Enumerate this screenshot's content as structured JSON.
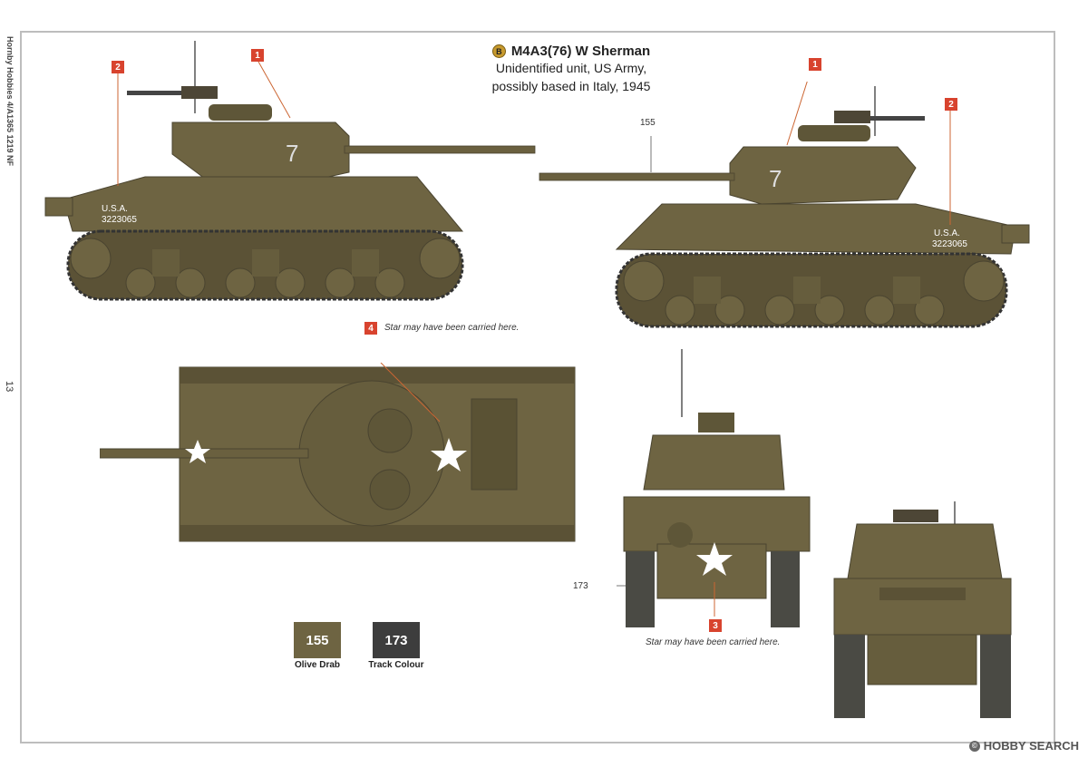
{
  "side_text": "Hornby Hobbies 4/A1365 1219 NF",
  "page_number": "13",
  "header": {
    "scheme_letter": "B",
    "title": "M4A3(76) W Sherman",
    "subtitle_line1": "Unidentified unit, US Army,",
    "subtitle_line2": "possibly based in Italy, 1945"
  },
  "callouts": [
    "1",
    "2",
    "3",
    "4"
  ],
  "markings": {
    "turret_number": "7",
    "hull_usa": "U.S.A.",
    "hull_serial": "3223065"
  },
  "notes": {
    "top_star": "Star may have been carried here.",
    "rear_star": "Star may have been carried here."
  },
  "references": {
    "olive": "155",
    "track": "173"
  },
  "paints": [
    {
      "code": "155",
      "name": "Olive Drab",
      "color": "#6e6442"
    },
    {
      "code": "173",
      "name": "Track Colour",
      "color": "#3d3d3d"
    }
  ],
  "watermark": "HOBBY SEARCH",
  "colors": {
    "olive": "#6e6442",
    "olive_dark": "#5b5236",
    "track": "#4a4a44",
    "accent": "#d8432e"
  }
}
